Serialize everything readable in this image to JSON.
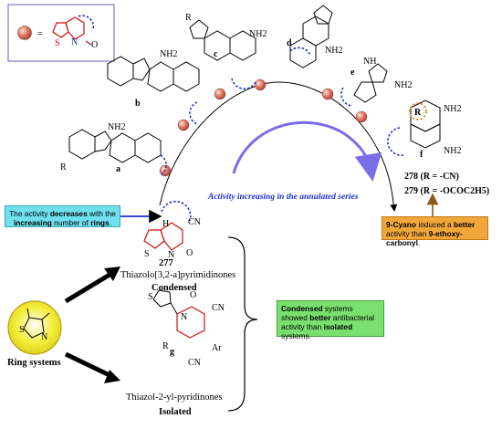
{
  "legend": {
    "equals": "="
  },
  "series_header": "Activity increasing in the annulated series",
  "fused_units": {
    "a": {
      "letter": "a",
      "amine": "NH2",
      "r": "R"
    },
    "b": {
      "letter": "b",
      "amine": "NH2"
    },
    "c": {
      "letter": "c",
      "amine": "NH2",
      "r": "R"
    },
    "d": {
      "letter": "d",
      "amine": "NH2"
    },
    "e": {
      "letter": "e",
      "amine": "NH2",
      "nh": "NH"
    },
    "f": {
      "letter": "f",
      "amine_top": "NH2",
      "amine_bottom": "NH2",
      "r": "R"
    }
  },
  "products": {
    "p278": "278 (R = -CN)",
    "p279": "279 (R = -OCOC2H5)"
  },
  "cyan_note": {
    "a": "The activity ",
    "b": "decreases",
    "c": " with the ",
    "d": "increasing",
    "e": " number of ",
    "f": "rings",
    "g": "."
  },
  "orange_note": {
    "a": "9-Cyano",
    "b": " induced a ",
    "c": "better",
    "d": " activity than ",
    "e": "9-ethoxy-carbonyl",
    "f": "."
  },
  "green_note": {
    "a": "Condensed",
    "b": " systems showed ",
    "c": "better",
    "d": " antibacterial activity than ",
    "e": "isolated",
    "f": " systems."
  },
  "compound_277": {
    "number": "277",
    "name": "Thiazolo[3,2-a]pyrimidinones",
    "class": "Condensed",
    "cn": "CN",
    "o": "O",
    "n": "N",
    "s": "S",
    "h": "H"
  },
  "compound_g": {
    "letter": "g",
    "name": "Thiazol-2-yl-pyridinones",
    "class": "Isolated",
    "cn_top": "CN",
    "cn_bottom": "CN",
    "o": "O",
    "r": "R",
    "ar": "Ar",
    "n": "N",
    "s": "S"
  },
  "ring_systems": {
    "label": "Ring systems",
    "s": "S",
    "n": "N"
  },
  "colors": {
    "ball": "#e0705c",
    "dashed": "#1f2fd0",
    "red_bond": "#d01010",
    "arc_arrow": "#7b6ce8",
    "cyan": "#6fe0ee",
    "green": "#79e06f",
    "orange": "#f2a73a",
    "ring_yellow": "#f4ee34"
  }
}
